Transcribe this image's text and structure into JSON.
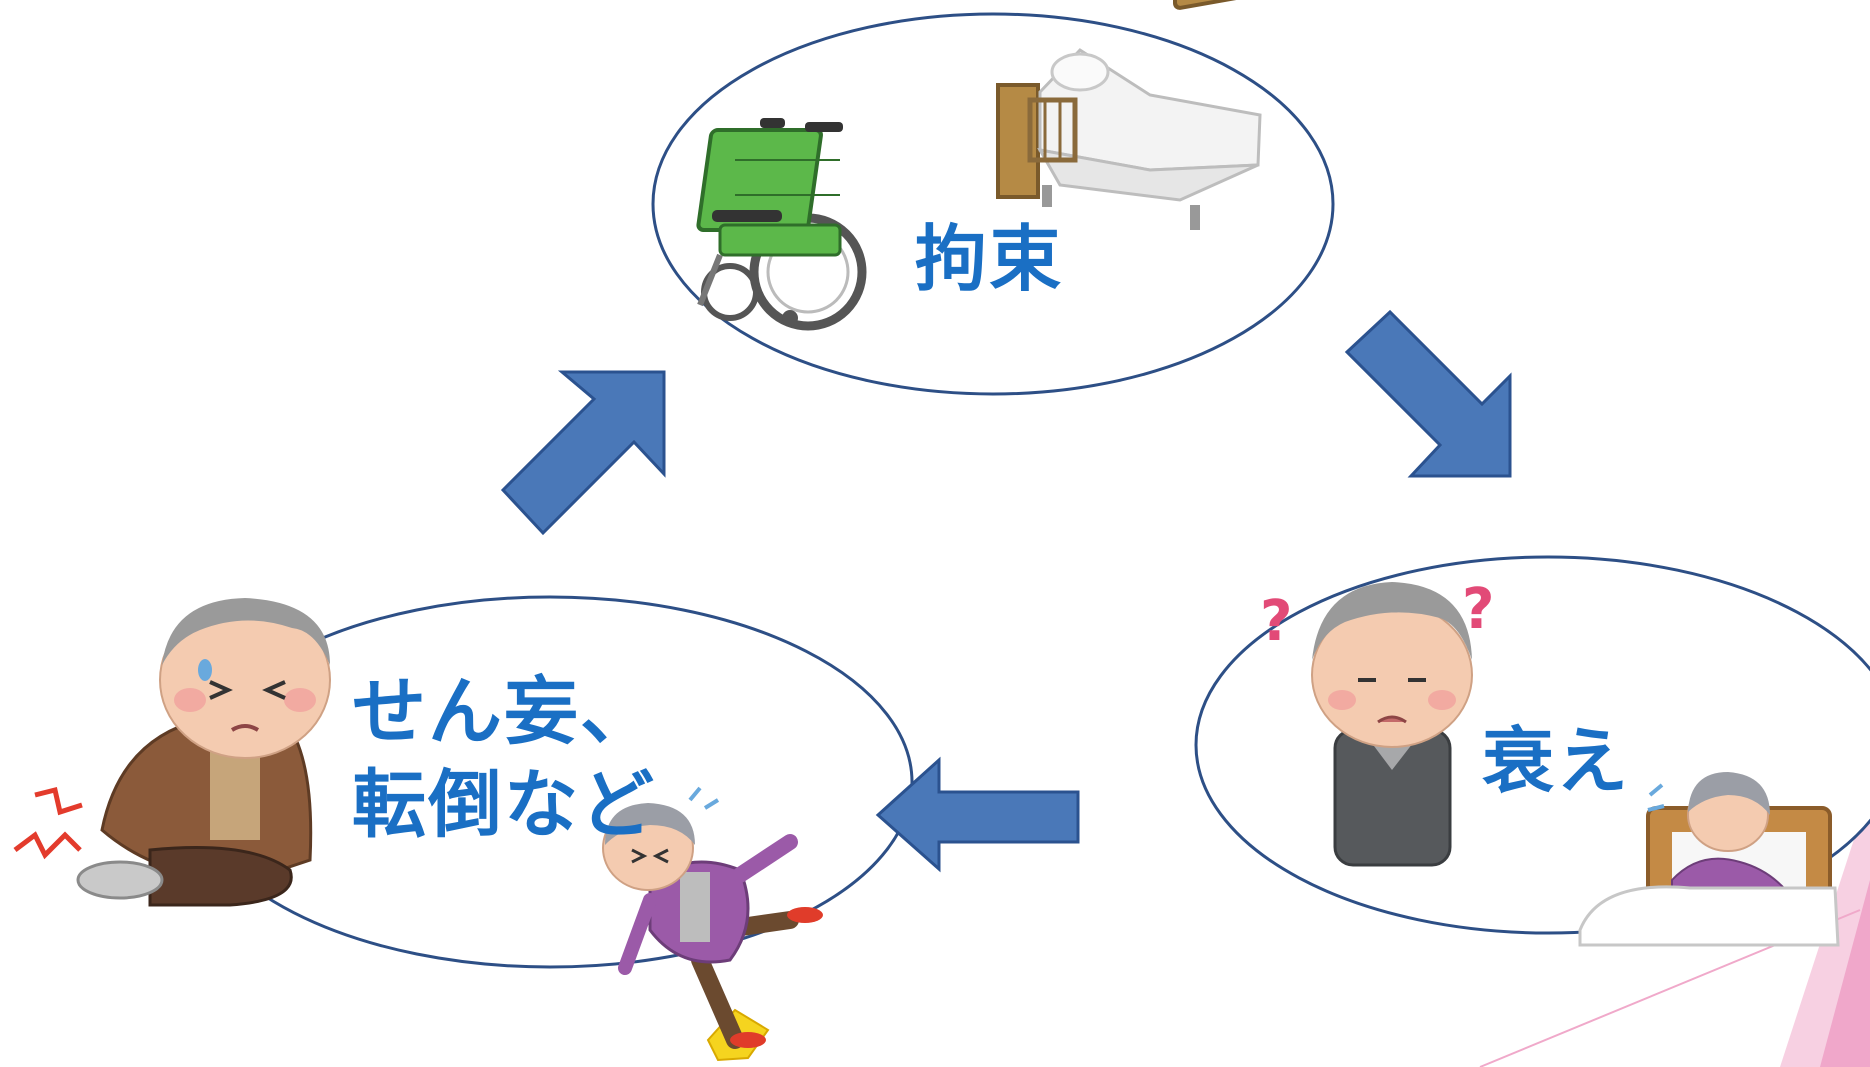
{
  "cycle": {
    "restraint": {
      "label": "拘束",
      "icons": [
        "wheelchair-icon",
        "care-bed-icon"
      ]
    },
    "decline": {
      "label": "衰え",
      "icons": [
        "confused-elderly-man-icon",
        "question-mark-icon",
        "elderly-woman-in-bed-icon"
      ]
    },
    "delirium_falls": {
      "label_line1": "せん妄、",
      "label_line2": "転倒など",
      "icons": [
        "elderly-man-leg-pain-icon",
        "pain-zigzag-icon",
        "elderly-woman-falling-icon"
      ]
    }
  },
  "colors": {
    "ellipse_stroke": "#2d4f86",
    "arrow_fill": "#4a78b8",
    "arrow_stroke": "#2b528f",
    "label_text": "#1a6fc4",
    "accent_pink": "#f2a4c8"
  }
}
